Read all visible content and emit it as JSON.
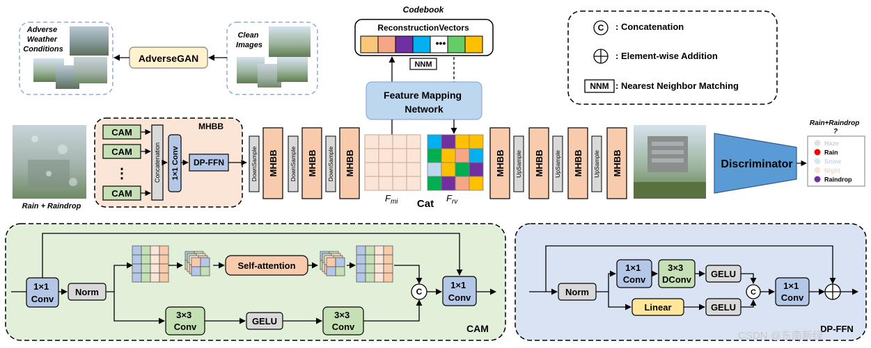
{
  "top": {
    "adverse_weather_label": [
      "Adverse",
      "Weather",
      "Conditions"
    ],
    "clean_images_label": [
      "Clean",
      "Images"
    ],
    "adversegan_label": "AdverseGAN",
    "codebook_title": "Codebook",
    "reconstruction_vectors_label": "ReconstructionVectors",
    "codebook_colors": [
      "#f9c77a",
      "#f4a685",
      "#7030a0",
      "#00b0f0",
      "#ffffff",
      "#66cc66",
      "#ffc000"
    ],
    "nnm_label": "NNM",
    "fmn_label": [
      "Feature Mapping",
      "Network"
    ]
  },
  "legend": {
    "concat_symbol": "C",
    "concat_label": ": Concatenation",
    "add_label": ": Element-wise Addition",
    "nnm_box": "NNM",
    "nnm_label": ": Nearest Neighbor Matching"
  },
  "main": {
    "input_caption": "Rain + Raindrop",
    "cam_label": "CAM",
    "dots": "⋮",
    "concatenation_label": "Concatenation",
    "conv1x1_label": "1×1 Conv",
    "dpffn_label": "DP-FFN",
    "mhbb_title": "MHBB",
    "mhbb_label": "MHBB",
    "downsample_label": "DownSample",
    "upsample_label": "UpSample",
    "fmi_label": "F",
    "fmi_sub": "mi",
    "cat_label": "Cat",
    "frv_label": "F",
    "frv_sub": "rv",
    "frv_colors": [
      [
        "#00b0f0",
        "#7030a0",
        "#ffc000",
        "#ffc000"
      ],
      [
        "#00b050",
        "#ffc000",
        "#f4a685",
        "#00b0f0"
      ],
      [
        "#bdd7ee",
        "#ffc000",
        "#00b050",
        "#7030a0"
      ],
      [
        "#00b050",
        "#7030a0",
        "#f4a685",
        "#ffc000"
      ]
    ],
    "discriminator_label": "Discriminator",
    "disc_output_title": [
      "Rain+Raindrop",
      "?"
    ],
    "disc_classes": [
      {
        "label": "Haze",
        "color": "#dde3ea",
        "text_color": "#c8d0da"
      },
      {
        "label": "Rain",
        "color": "#ff0000",
        "text_color": "#000000"
      },
      {
        "label": "Snow",
        "color": "#dbe7f7",
        "text_color": "#c8d4e6"
      },
      {
        "label": "Night",
        "color": "#fbe4d2",
        "text_color": "#eed8c8"
      },
      {
        "label": "Raindrop",
        "color": "#7030a0",
        "text_color": "#000000"
      }
    ]
  },
  "cam": {
    "title": "CAM",
    "conv1x1": [
      "1×1",
      "Conv"
    ],
    "norm": "Norm",
    "self_attention": "Self-attention",
    "conv3x3": [
      "3×3",
      "Conv"
    ],
    "gelu": "GELU",
    "concat_symbol": "C"
  },
  "dpffn": {
    "title": "DP-FFN",
    "norm": "Norm",
    "conv1x1": [
      "1×1",
      "Conv"
    ],
    "dconv3x3": [
      "3×3",
      "DConv"
    ],
    "gelu": "GELU",
    "linear": "Linear",
    "concat_symbol": "C"
  },
  "watermark": "CSDN @东南新绿",
  "colors": {
    "mhbb_fill": "#f8cbad",
    "cam_fill": "#c5e0b4",
    "conv_blue": "#b4c7e7",
    "panel_green": "#e2f0d9",
    "panel_blue": "#dae3f3",
    "fmn_fill": "#bdd7ee",
    "grey_box": "#d9d9d9",
    "linear_fill": "#ffe699",
    "adversegan_fill": "#fff2cc"
  }
}
